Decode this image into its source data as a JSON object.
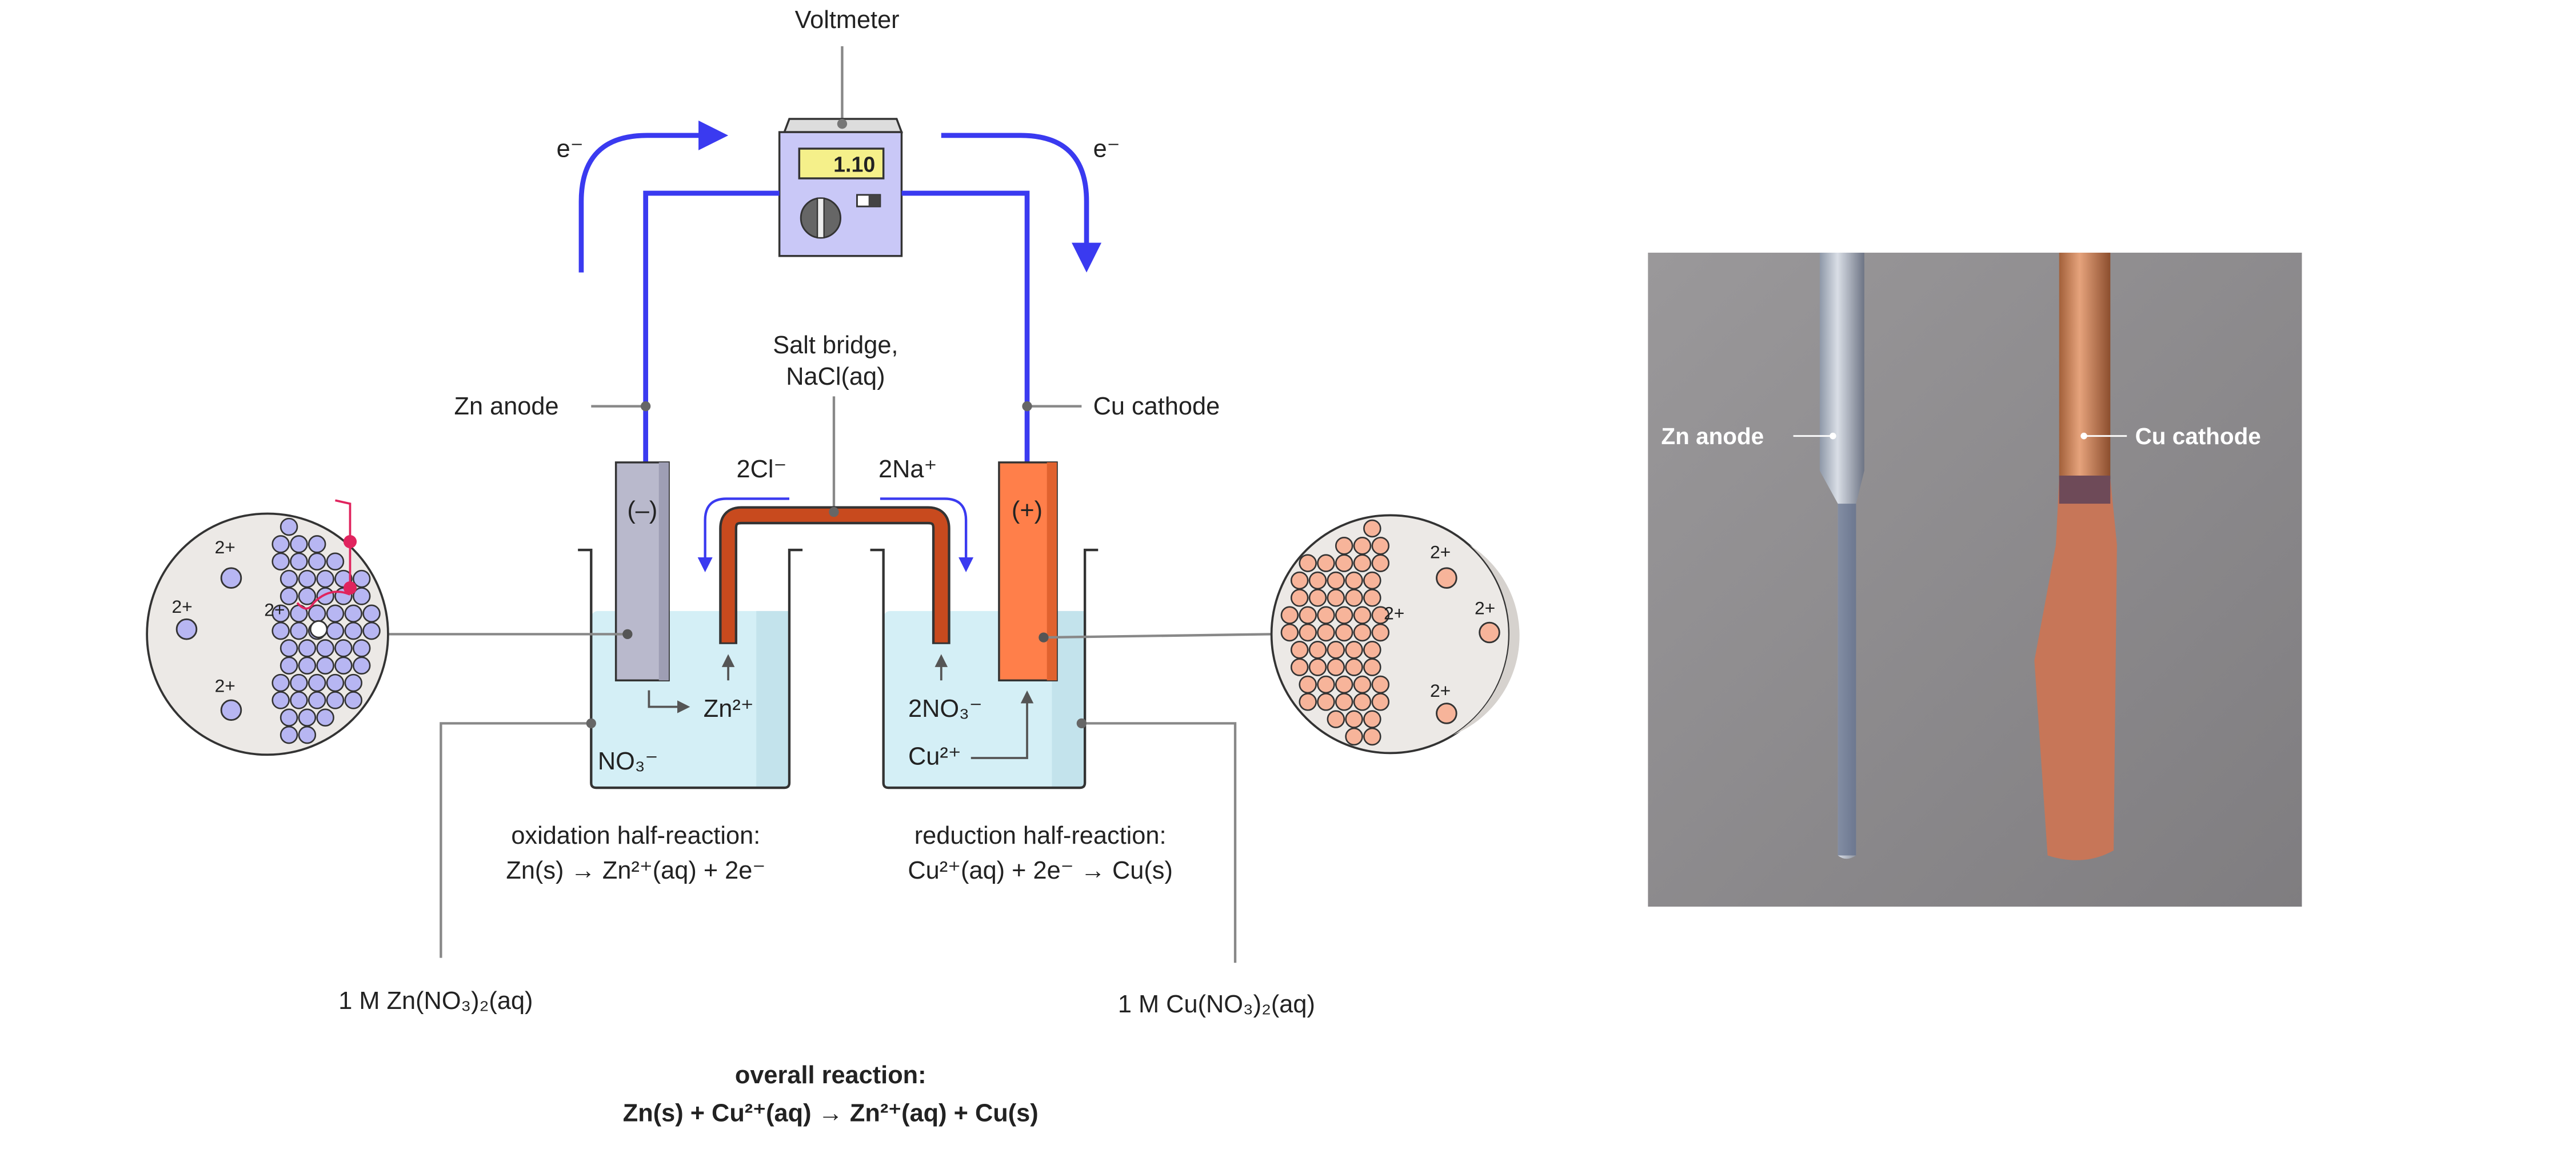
{
  "diagram": {
    "voltmeter_label": "Voltmeter",
    "voltmeter_reading": "1.10",
    "electron_left": "e⁻",
    "electron_right": "e⁻",
    "zn_anode": "Zn anode",
    "cu_cathode": "Cu cathode",
    "salt_bridge_line1": "Salt bridge,",
    "salt_bridge_line2": "NaCl(aq)",
    "anion_flow": "2Cl⁻",
    "cation_flow": "2Na⁺",
    "anode_sign": "(–)",
    "cathode_sign": "(+)",
    "zn_ion": "Zn²⁺",
    "left_nitrate": "NO₃⁻",
    "right_nitrate": "2NO₃⁻",
    "cu_ion": "Cu²⁺",
    "ion_charge": "2+",
    "oxidation_title": "oxidation half-reaction:",
    "oxidation_eq": "Zn(s) → Zn²⁺(aq) + 2e⁻",
    "reduction_title": "reduction half-reaction:",
    "reduction_eq": "Cu²⁺(aq) + 2e⁻ → Cu(s)",
    "left_solution": "1 M Zn(NO₃)₂(aq)",
    "right_solution": "1 M Cu(NO₃)₂(aq)",
    "overall_title": "overall reaction:",
    "overall_eq": "Zn(s) + Cu²⁺(aq) → Zn²⁺(aq) + Cu(s)",
    "colors": {
      "wire": "#3a3af0",
      "zinc": "#b9b9cc",
      "copper": "#ff7f4a",
      "solution": "#d4eff6",
      "bridge": "#c84a1e",
      "voltmeter": "#c9c8f7"
    }
  },
  "photo": {
    "zn_label": "Zn anode",
    "cu_label": "Cu cathode"
  }
}
